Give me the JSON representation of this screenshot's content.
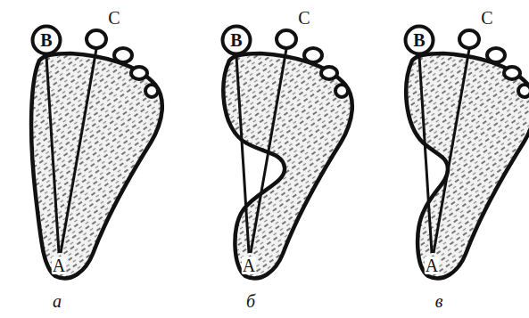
{
  "diagram": {
    "nodes": [
      {
        "text": [
          "В"
        ]
      },
      {
        "text": [
          "В"
        ]
      },
      {
        "text": [
          "В"
        ]
      }
    ],
    "labels": [
      "С",
      "А",
      "а",
      "С",
      "А",
      "б",
      "С",
      "А",
      "в"
    ]
  }
}
